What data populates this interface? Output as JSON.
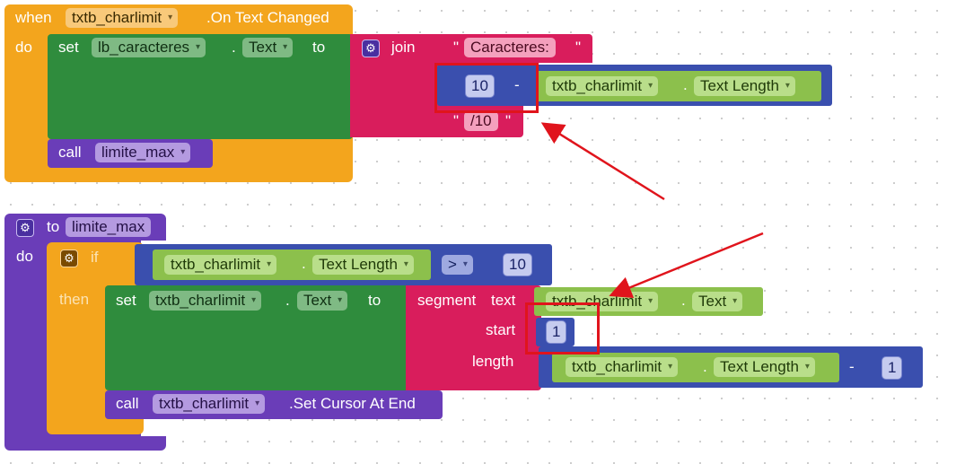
{
  "event_block": {
    "when": "when",
    "component": "txtb_charlimit",
    "event": ".On Text Changed",
    "do": "do",
    "set_block": {
      "set": "set",
      "component": "lb_caracteres",
      "dot": ".",
      "property": "Text",
      "to": "to",
      "join": {
        "label": "join",
        "text1": "Caracteres:",
        "subtract": {
          "left": "10",
          "op": "-",
          "component": "txtb_charlimit",
          "dot": ".",
          "property": "Text Length"
        },
        "text3": "/10"
      }
    },
    "call": {
      "label": "call",
      "procedure": "limite_max"
    }
  },
  "procedure_block": {
    "to": "to",
    "name": "limite_max",
    "do": "do",
    "if_block": {
      "if": "if",
      "then": "then",
      "condition": {
        "component": "txtb_charlimit",
        "dot": ".",
        "property": "Text Length",
        "op": ">",
        "value": "10"
      },
      "set_block": {
        "set": "set",
        "component": "txtb_charlimit",
        "dot": ".",
        "property": "Text",
        "to": "to",
        "segment": {
          "label": "segment",
          "text_label": "text",
          "text_component": "txtb_charlimit",
          "text_dot": ".",
          "text_property": "Text",
          "start_label": "start",
          "start_value": "1",
          "length_label": "length",
          "length_component": "txtb_charlimit",
          "length_dot": ".",
          "length_property": "Text Length",
          "length_op": "-",
          "length_value": "1"
        }
      }
    },
    "call": {
      "label": "call",
      "component": "txtb_charlimit",
      "method": ".Set Cursor At End"
    }
  },
  "quote": "\""
}
